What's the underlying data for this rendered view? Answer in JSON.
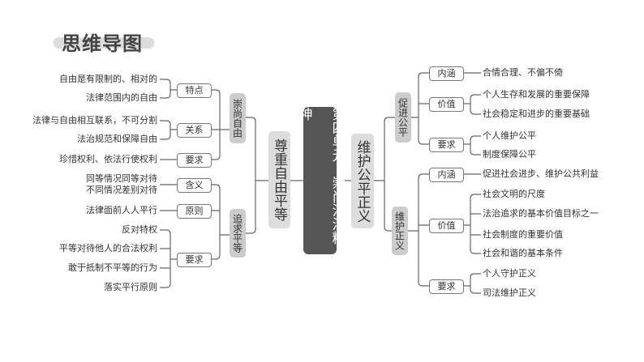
{
  "title": "思维导图",
  "center": "第四单元　崇尚法治精神",
  "left": {
    "main": "尊重自由平等",
    "freedom": {
      "label": "崇尚自由",
      "features": {
        "label": "特点",
        "items": [
          "自由是有限制的、相对的",
          "法律范围内的自由"
        ]
      },
      "relation": {
        "label": "关系",
        "items": [
          "法律与自由相互联系，不可分割",
          "法治规范和保障自由"
        ]
      },
      "requirement": {
        "label": "要求",
        "items": [
          "珍惜权利、依法行使权利"
        ]
      }
    },
    "equality": {
      "label": "追求平等",
      "meaning": {
        "label": "含义",
        "items": [
          "同等情况同等对待",
          "不同情况差别对待"
        ]
      },
      "principle": {
        "label": "原则",
        "items": [
          "法律面前人人平行"
        ]
      },
      "requirement": {
        "label": "要求",
        "items": [
          "反对特权",
          "平等对待他人的合法权利",
          "敢于抵制不平等的行为",
          "落实平行原则"
        ]
      }
    }
  },
  "right": {
    "main": "维护公平正义",
    "fairness": {
      "label": "促进公平",
      "meaning": {
        "label": "内涵",
        "items": [
          "合情合理、不偏不倚"
        ]
      },
      "value": {
        "label": "价值",
        "items": [
          "个人生存和发展的重要保障",
          "社会稳定和进步的重要基础"
        ]
      },
      "requirement": {
        "label": "要求",
        "items": [
          "个人维护公平",
          "制度保障公平"
        ]
      }
    },
    "justice": {
      "label": "维护正义",
      "meaning": {
        "label": "内涵",
        "items": [
          "促进社会进步、维护公共利益"
        ]
      },
      "value": {
        "label": "价值",
        "items": [
          "社会文明的尺度",
          "法治追求的基本价值目标之一",
          "社会制度的重要价值",
          "社会和谐的基本条件"
        ]
      },
      "requirement": {
        "label": "要求",
        "items": [
          "个人守护正义",
          "司法维护正义"
        ]
      }
    }
  }
}
